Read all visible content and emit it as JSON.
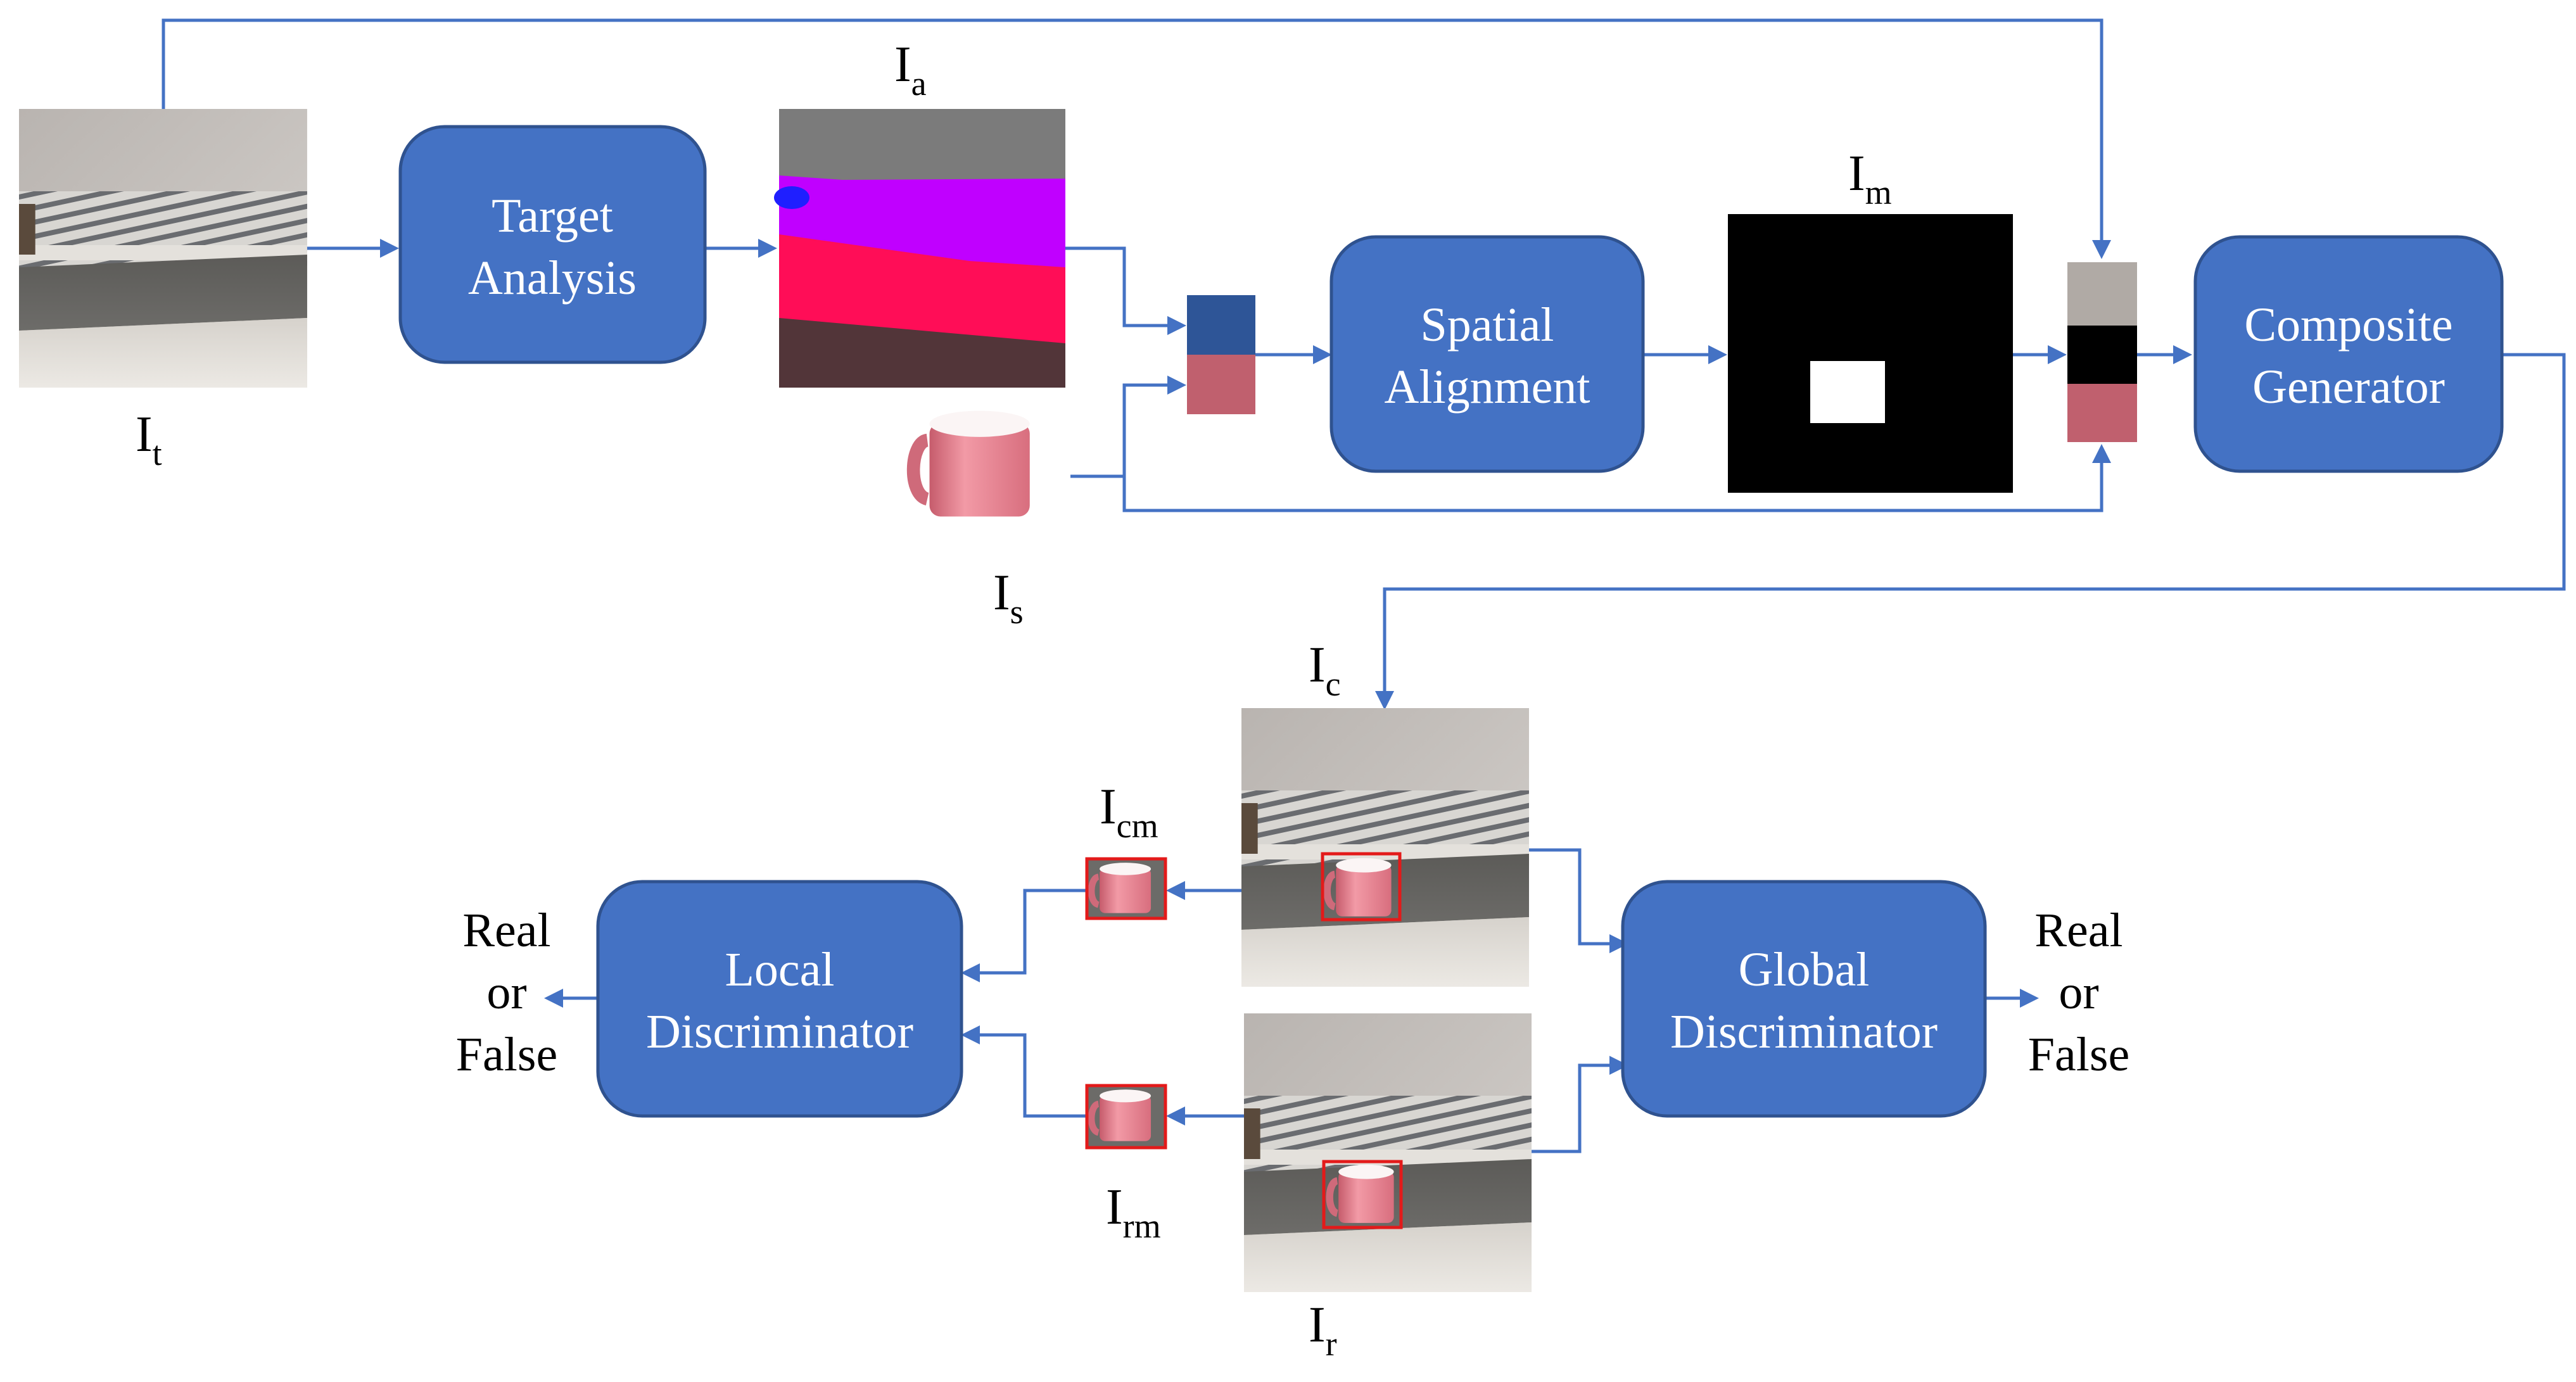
{
  "blocks": {
    "target_analysis": {
      "line1": "Target",
      "line2": "Analysis"
    },
    "spatial_alignment": {
      "line1": "Spatial",
      "line2": "Alignment"
    },
    "composite_generator": {
      "line1": "Composite",
      "line2": "Generator"
    },
    "local_discriminator": {
      "line1": "Local",
      "line2": "Discriminator"
    },
    "global_discriminator": {
      "line1": "Global",
      "line2": "Discriminator"
    }
  },
  "image_labels": {
    "it": {
      "base": "I",
      "sub": "t"
    },
    "ia": {
      "base": "I",
      "sub": "a"
    },
    "is": {
      "base": "I",
      "sub": "s"
    },
    "im": {
      "base": "I",
      "sub": "m"
    },
    "ic": {
      "base": "I",
      "sub": "c"
    },
    "icm": {
      "base": "I",
      "sub": "cm"
    },
    "irm": {
      "base": "I",
      "sub": "rm"
    },
    "ir": {
      "base": "I",
      "sub": "r"
    }
  },
  "outputs": {
    "left": {
      "line1": "Real",
      "line2": "or",
      "line3": "False"
    },
    "right": {
      "line1": "Real",
      "line2": "or",
      "line3": "False"
    }
  },
  "colors": {
    "block_fill": "#4472c4",
    "block_stroke": "#2f528f",
    "arrow": "#4472c4",
    "segmentation_gray": "#7b7b7b",
    "segmentation_violet": "#c000ff",
    "segmentation_red": "#ff0d57",
    "segmentation_brown": "#523539",
    "segmentation_blue": "#1f1fff",
    "stack_blue": "#2e5597",
    "stack_pink": "#c0606e",
    "stack_gray": "#b0aaa5",
    "mask_black": "#000000",
    "mask_white": "#ffffff",
    "mug_pink": "#e07c8a",
    "crop_box_red": "#e31a1a"
  }
}
